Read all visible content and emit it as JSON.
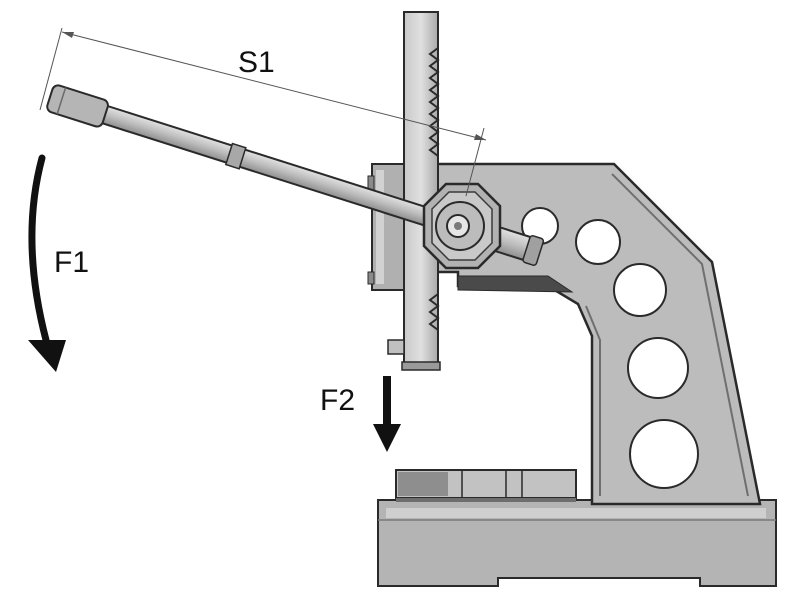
{
  "labels": {
    "lever_length": "S1",
    "input_force": "F1",
    "output_force": "F2"
  },
  "colors": {
    "metal": "#b8b8b8",
    "metal_light": "#cfcfcf",
    "metal_dark": "#8a8a8a",
    "outline": "#2a2a2a",
    "arrow": "#111111",
    "dimension_line": "#555555"
  }
}
